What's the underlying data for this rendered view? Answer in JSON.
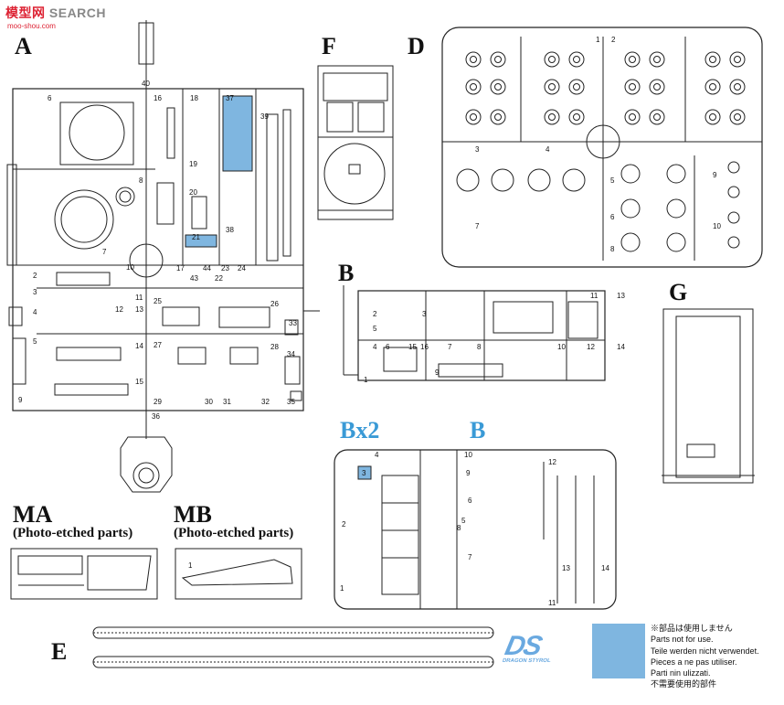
{
  "watermark": {
    "brand_a": "模型",
    "brand_b": "网",
    "search": "SEARCH",
    "url": "moo-shou.com"
  },
  "sprues": {
    "a": {
      "label": "A"
    },
    "b": {
      "label": "B"
    },
    "bx2": {
      "label": "Bx2"
    },
    "b_blue": {
      "label": "B"
    },
    "d": {
      "label": "D"
    },
    "e": {
      "label": "E"
    },
    "f": {
      "label": "F"
    },
    "g": {
      "label": "G"
    },
    "ma": {
      "label": "MA",
      "note": "(Photo-etched parts)"
    },
    "mb": {
      "label": "MB",
      "note": "(Photo-etched parts)"
    }
  },
  "part_numbers": {
    "a": [
      "40",
      "6",
      "16",
      "18",
      "37",
      "39",
      "8",
      "19",
      "20",
      "21",
      "38",
      "7",
      "10",
      "17",
      "43",
      "22",
      "44",
      "23",
      "24",
      "2",
      "3",
      "4",
      "25",
      "26",
      "12",
      "13",
      "33",
      "11",
      "5",
      "14",
      "27",
      "28",
      "34",
      "15",
      "29",
      "30",
      "31",
      "32",
      "35",
      "36",
      "9"
    ],
    "b_top": [
      "1",
      "2",
      "3",
      "4",
      "5",
      "6",
      "7",
      "8",
      "9",
      "10",
      "11",
      "12",
      "13",
      "14",
      "15",
      "16"
    ],
    "d": [
      "1",
      "2",
      "3",
      "4",
      "5",
      "6",
      "7",
      "8",
      "9",
      "10"
    ],
    "bx2": [
      "1",
      "2",
      "3",
      "4",
      "5",
      "6",
      "7",
      "8",
      "9",
      "10",
      "11",
      "12",
      "13",
      "14"
    ],
    "mb": [
      "1"
    ]
  },
  "legend": {
    "lines": [
      "※部品は使用しません",
      "Parts not for use.",
      "Teile werden nicht verwendet.",
      "Pieces a ne pas utiliser.",
      "Parti nin ulizzati.",
      "不需要使用的部件"
    ]
  },
  "logo": {
    "text": "DS",
    "sub": "DRAGON STYROL"
  },
  "colors": {
    "highlight": "#7fb6e0",
    "label_blue": "#3a9ad6"
  }
}
